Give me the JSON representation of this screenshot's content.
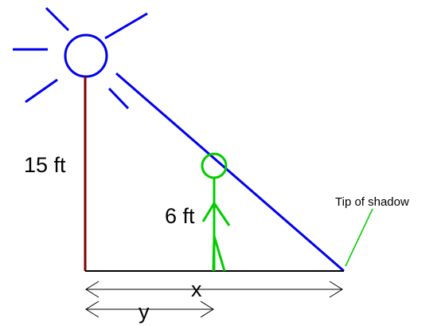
{
  "diagram": {
    "labels": {
      "lamp_height": "15 ft",
      "person_height": "6 ft",
      "tip_of_shadow": "Tip of shadow",
      "distance_lamp_to_tip": "x",
      "distance_lamp_to_person": "y"
    },
    "colors": {
      "lamp_post": "#800000",
      "sun": "#0000ee",
      "light_ray": "#0000ee",
      "person": "#00cc00",
      "annotation_pointer": "#00cc00",
      "ground": "#000000",
      "dimension_arrows": "#000000"
    },
    "icons": {
      "sun": "sun-icon",
      "person": "stick-figure-icon"
    }
  }
}
